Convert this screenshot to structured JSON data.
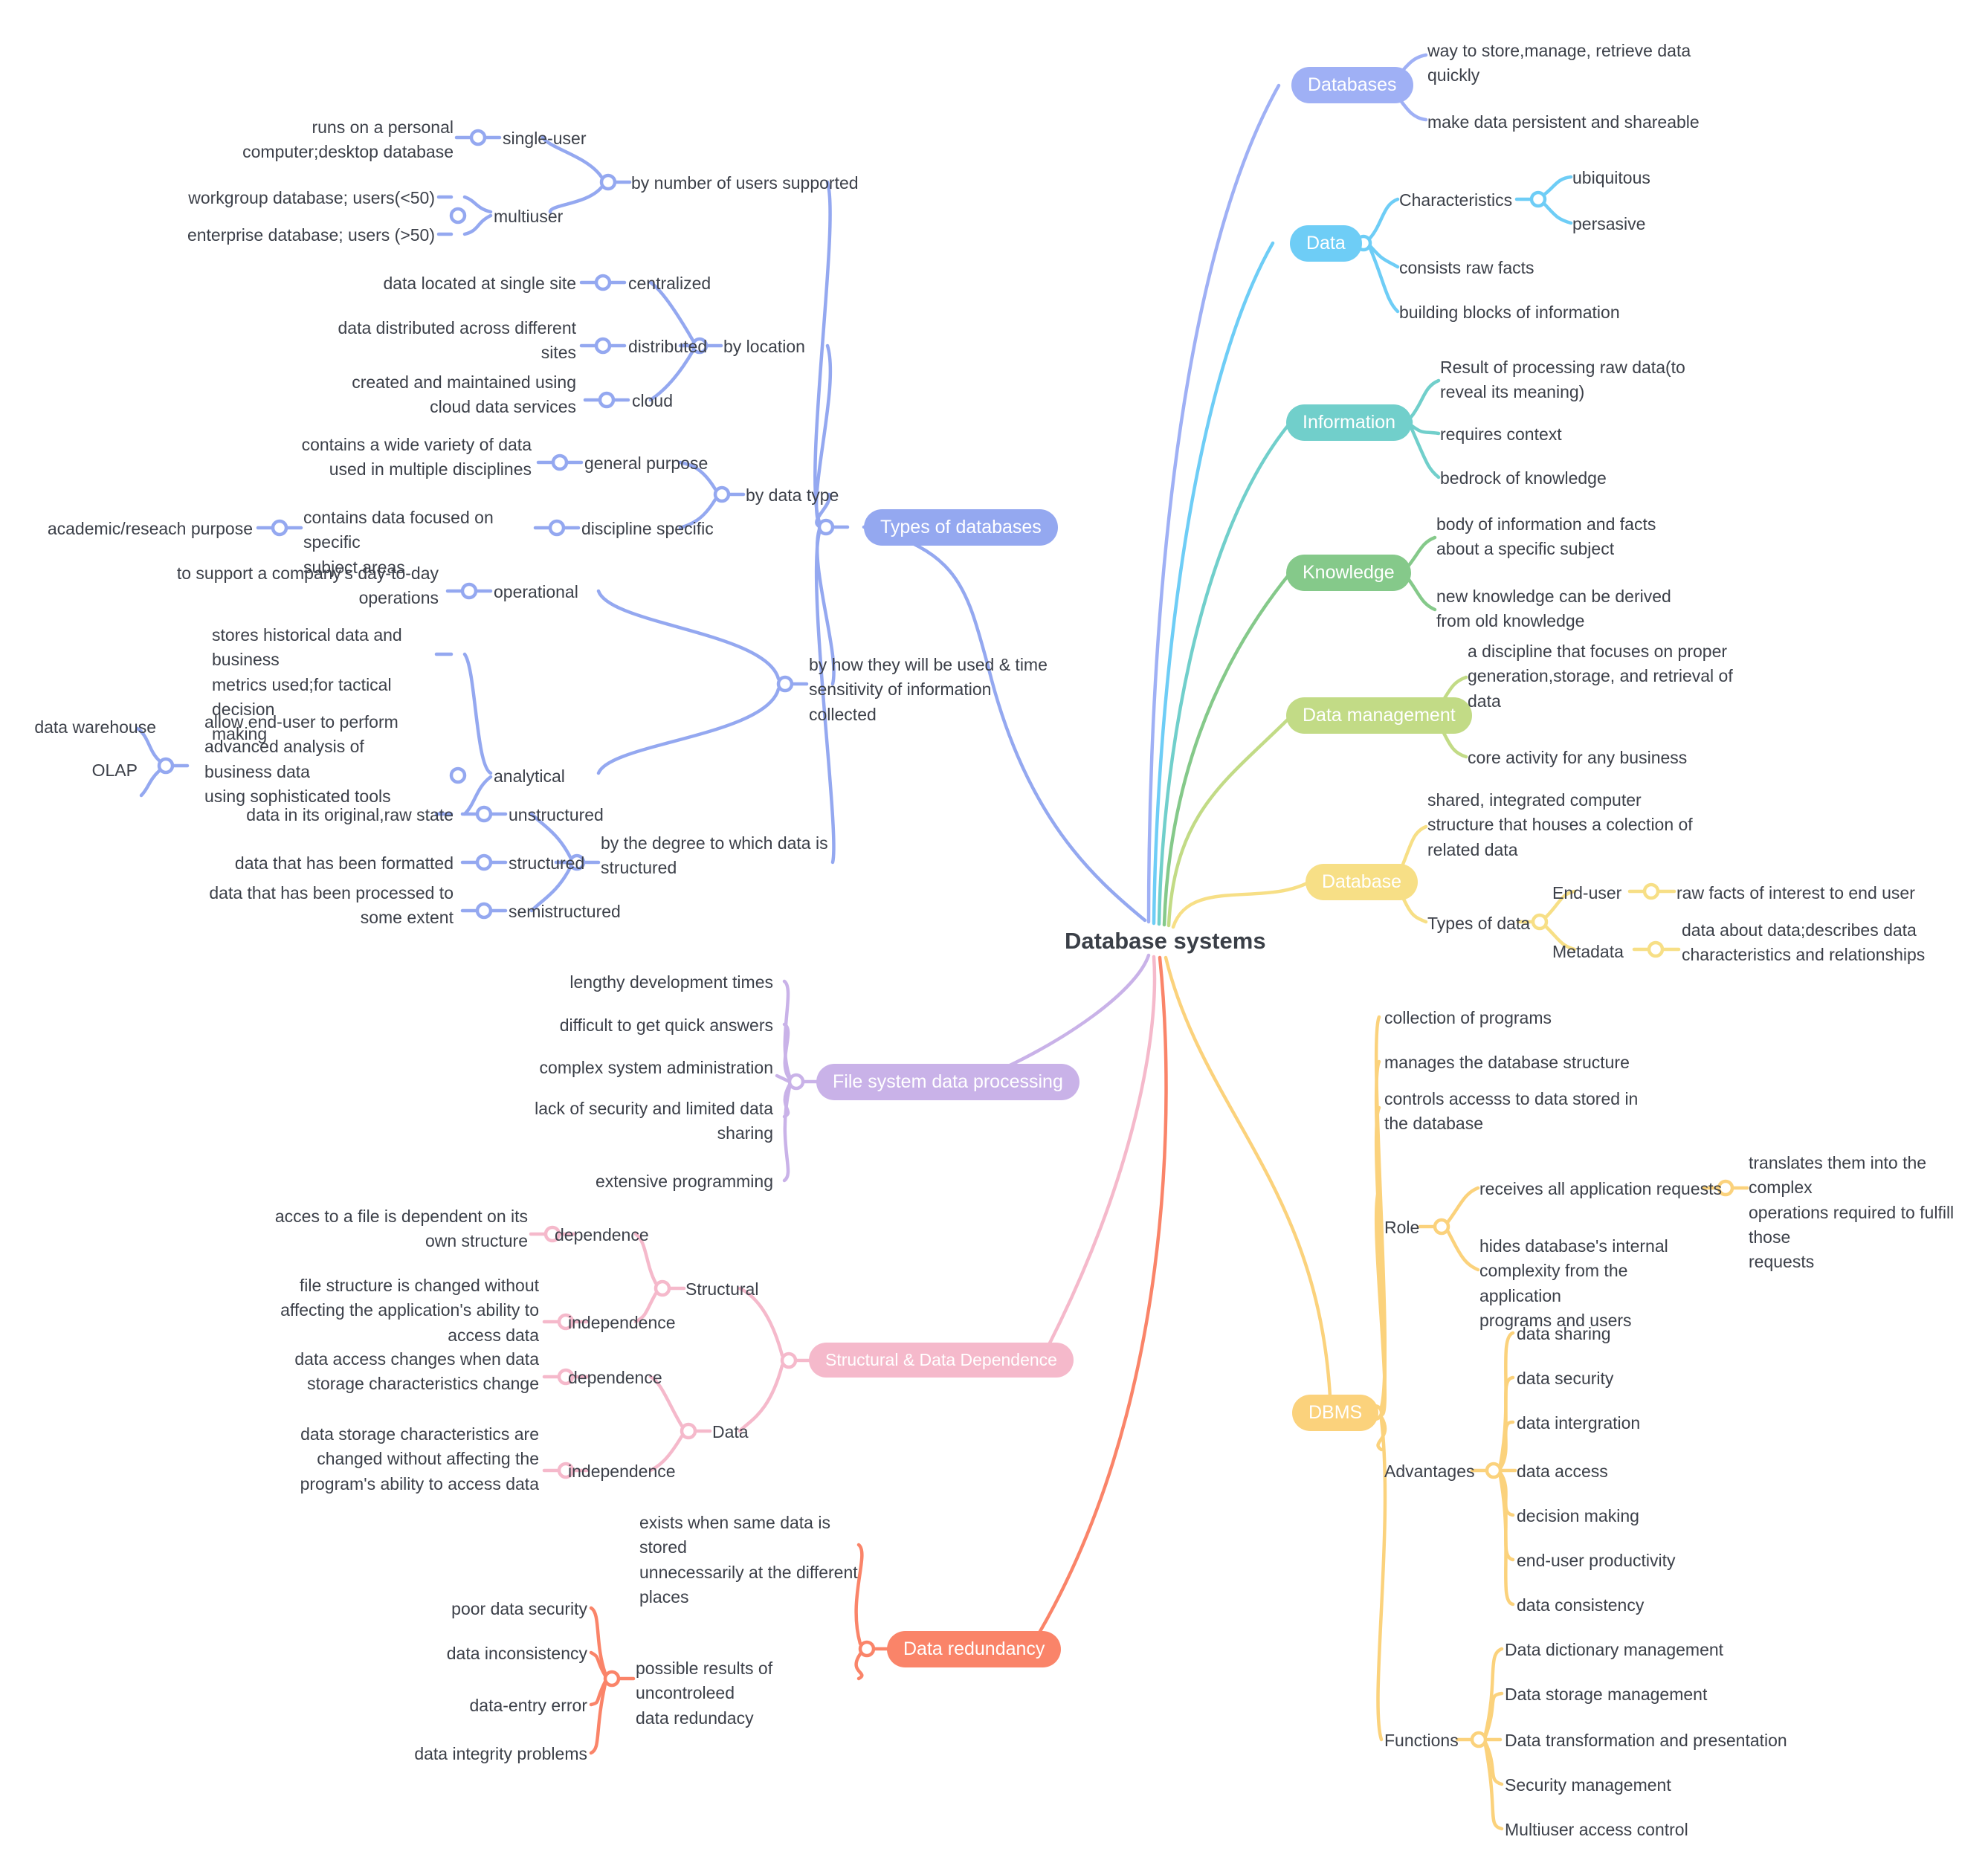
{
  "root": {
    "label": "Database systems"
  },
  "colors": {
    "types": "#94a8f0",
    "databases": "#9fb0f5",
    "data": "#6ecdf6",
    "information": "#71cfcb",
    "knowledge": "#85c98a",
    "data_management": "#c2db86",
    "database": "#f7df86",
    "file_system": "#c9b2e8",
    "structural": "#f5b9cb",
    "data_redundancy": "#fa8469",
    "dbms": "#fbd27c",
    "text": "#3c4049"
  },
  "branches": {
    "databases": {
      "label": "Databases",
      "children": [
        "way to store,manage, retrieve data\nquickly",
        "make data persistent and shareable"
      ]
    },
    "data": {
      "label": "Data",
      "children": [
        {
          "label": "Characteristics",
          "children": [
            "ubiquitous",
            "persasive"
          ]
        },
        {
          "label": "consists raw facts"
        },
        {
          "label": "building blocks of information"
        }
      ]
    },
    "information": {
      "label": "Information",
      "children": [
        "Result of processing raw data(to\nreveal its meaning)",
        "requires context",
        "bedrock of knowledge"
      ]
    },
    "knowledge": {
      "label": "Knowledge",
      "children": [
        "body of information and facts\nabout a specific subject",
        "new knowledge can be derived\nfrom old knowledge"
      ]
    },
    "data_management": {
      "label": "Data management",
      "children": [
        "a discipline that focuses on proper\ngeneration,storage, and retrieval of\ndata",
        "core activity for any business"
      ]
    },
    "database": {
      "label": "Database",
      "children": [
        {
          "label": "shared, integrated computer\nstructure that houses a colection of\nrelated data"
        },
        {
          "label": "Types of data",
          "children": [
            {
              "label": "End-user",
              "children": [
                "raw facts of interest to end user"
              ]
            },
            {
              "label": "Metadata",
              "children": [
                "data about data;describes data\ncharacteristics and relationships"
              ]
            }
          ]
        }
      ]
    },
    "types_of_databases": {
      "label": "Types of databases",
      "children": [
        {
          "label": "by number of users supported",
          "children": [
            {
              "label": "single-user",
              "children": [
                "runs on a personal\ncomputer;desktop database"
              ]
            },
            {
              "label": "multiuser",
              "children": [
                "workgroup database; users(<50)",
                "enterprise database; users (>50)"
              ]
            }
          ]
        },
        {
          "label": "by location",
          "children": [
            {
              "label": "centralized",
              "children": [
                "data located at single site"
              ]
            },
            {
              "label": "distributed",
              "children": [
                "data distributed across different\nsites"
              ]
            },
            {
              "label": "cloud",
              "children": [
                "created and maintained using\ncloud data services"
              ]
            }
          ]
        },
        {
          "label": "by data type",
          "children": [
            {
              "label": "general purpose",
              "children": [
                "contains a wide variety of data\nused in multiple disciplines"
              ]
            },
            {
              "label": "discipline specific",
              "children": [
                {
                  "label": "contains data focused on specific\nsubject areas",
                  "children": [
                    "academic/reseach purpose"
                  ]
                }
              ]
            }
          ]
        },
        {
          "label": "by how they will be used & time\nsensitivity of information collected",
          "children": [
            {
              "label": "operational",
              "children": [
                "to support a company's day-to-day\noperations"
              ]
            },
            {
              "label": "analytical",
              "children": [
                "stores historical data and business\nmetrics used;for tactical decision\nmaking",
                {
                  "label": "allow end-user to perform\nadvanced analysis of business data\nusing sophisticated tools",
                  "children": [
                    "data warehouse",
                    "OLAP"
                  ]
                }
              ]
            }
          ]
        },
        {
          "label": "by the degree to which data is\nstructured",
          "children": [
            {
              "label": "unstructured",
              "children": [
                "data in its original,raw state"
              ]
            },
            {
              "label": "structured",
              "children": [
                "data that has been formatted"
              ]
            },
            {
              "label": "semistructured",
              "children": [
                "data that has been processed to\nsome extent"
              ]
            }
          ]
        }
      ]
    },
    "file_system": {
      "label": "File system data processing",
      "children": [
        "lengthy development times",
        "difficult to get quick answers",
        "complex system administration",
        "lack of security and limited data\nsharing",
        "extensive programming"
      ]
    },
    "structural": {
      "label": "Structural & Data Dependence",
      "children": [
        {
          "label": "Structural",
          "children": [
            {
              "label": "dependence",
              "children": [
                "acces to a file is dependent on its\nown structure"
              ]
            },
            {
              "label": "independence",
              "children": [
                "file structure is changed without\naffecting the application's ability to\naccess data"
              ]
            }
          ]
        },
        {
          "label": "Data",
          "children": [
            {
              "label": "dependence",
              "children": [
                "data access changes when data\nstorage characteristics change"
              ]
            },
            {
              "label": "independence",
              "children": [
                "data storage characteristics are\nchanged without affecting the\nprogram's ability to access data"
              ]
            }
          ]
        }
      ]
    },
    "data_redundancy": {
      "label": "Data redundancy",
      "children": [
        {
          "label": "exists when same data is stored\nunnecessarily at the different\nplaces"
        },
        {
          "label": "possible results of uncontroleed\ndata redundacy",
          "children": [
            "poor data security",
            "data inconsistency",
            "data-entry error",
            "data integrity problems"
          ]
        }
      ]
    },
    "dbms": {
      "label": "DBMS",
      "children": [
        {
          "label": "collection of programs"
        },
        {
          "label": "manages the database structure"
        },
        {
          "label": "controls accesss to data stored in\nthe database"
        },
        {
          "label": "Role",
          "children": [
            {
              "label": "receives all application requests",
              "children": [
                "translates them into the complex\noperations required to fulfill those\nrequests"
              ]
            },
            {
              "label": "hides database's internal\ncomplexity from the application\nprograms and users"
            }
          ]
        },
        {
          "label": "Advantages",
          "children": [
            "data sharing",
            "data security",
            "data intergration",
            "data access",
            "decision making",
            "end-user productivity",
            "data consistency"
          ]
        },
        {
          "label": "Functions",
          "children": [
            "Data dictionary management",
            "Data storage management",
            "Data transformation and presentation",
            "Security management",
            "Multiuser access control"
          ]
        }
      ]
    }
  }
}
